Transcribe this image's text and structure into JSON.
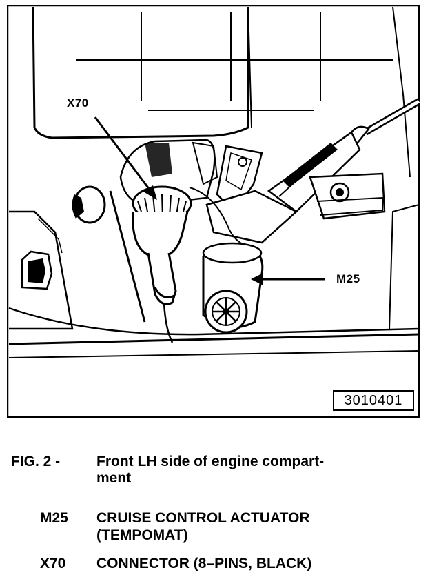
{
  "figure": {
    "number": "3010401",
    "callouts": {
      "x70": "X70",
      "m25": "M25"
    }
  },
  "caption": {
    "label": "FIG. 2 -",
    "text_line1": "Front LH side of engine compart-",
    "text_line2": "ment"
  },
  "legend": [
    {
      "code": "M25",
      "line1": "CRUISE CONTROL ACTUATOR",
      "line2": "(TEMPOMAT)"
    },
    {
      "code": "X70",
      "line1": "CONNECTOR (8–PINS, BLACK)"
    }
  ]
}
